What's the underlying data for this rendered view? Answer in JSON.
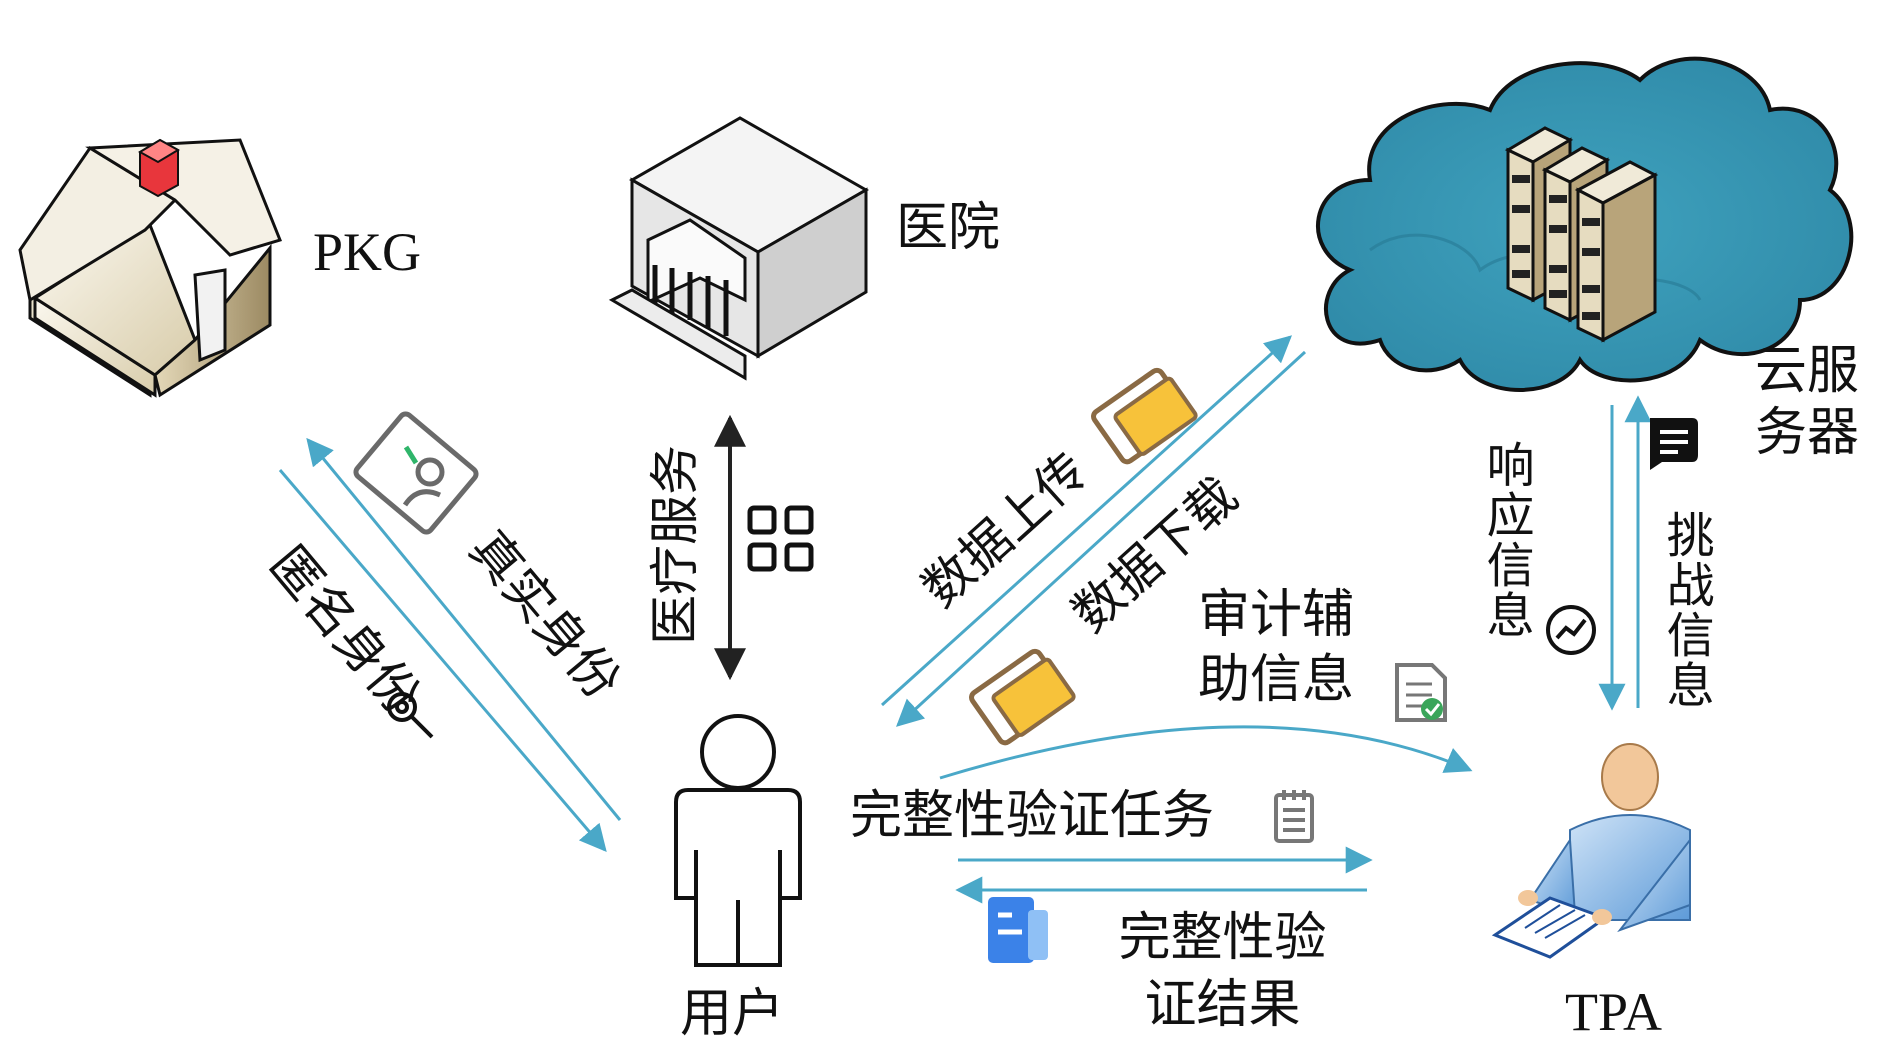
{
  "entities": {
    "pkg": "PKG",
    "hospital": "医院",
    "cloud_server": "云服务器",
    "user": "用户",
    "tpa": "TPA"
  },
  "edges": {
    "pseudonym_identity": "匿名身份",
    "real_identity": "真实身份",
    "medical_service": "医疗服务",
    "data_upload": "数据上传",
    "data_download": "数据下载",
    "audit_aux_info": "审计辅助信息",
    "integrity_task": "完整性验证任务",
    "integrity_result": "完整性验证结果",
    "response_info": "响应信息",
    "challenge_info": "挑战信息"
  },
  "icons": [
    "house-icon",
    "hospital-icon",
    "cloud-server-icon",
    "person-icon",
    "tpa-person-icon",
    "search-key-icon",
    "id-card-icon",
    "apps-grid-icon",
    "folder-icon",
    "verified-doc-icon",
    "notepad-icon",
    "blue-doc-icon",
    "chat-icon",
    "trend-icon"
  ],
  "colors": {
    "arrow": "#4aa8c8",
    "cloud": "#3a9ab8",
    "folder": "#f7c23a",
    "tpa_body": "#7fb6e6"
  }
}
